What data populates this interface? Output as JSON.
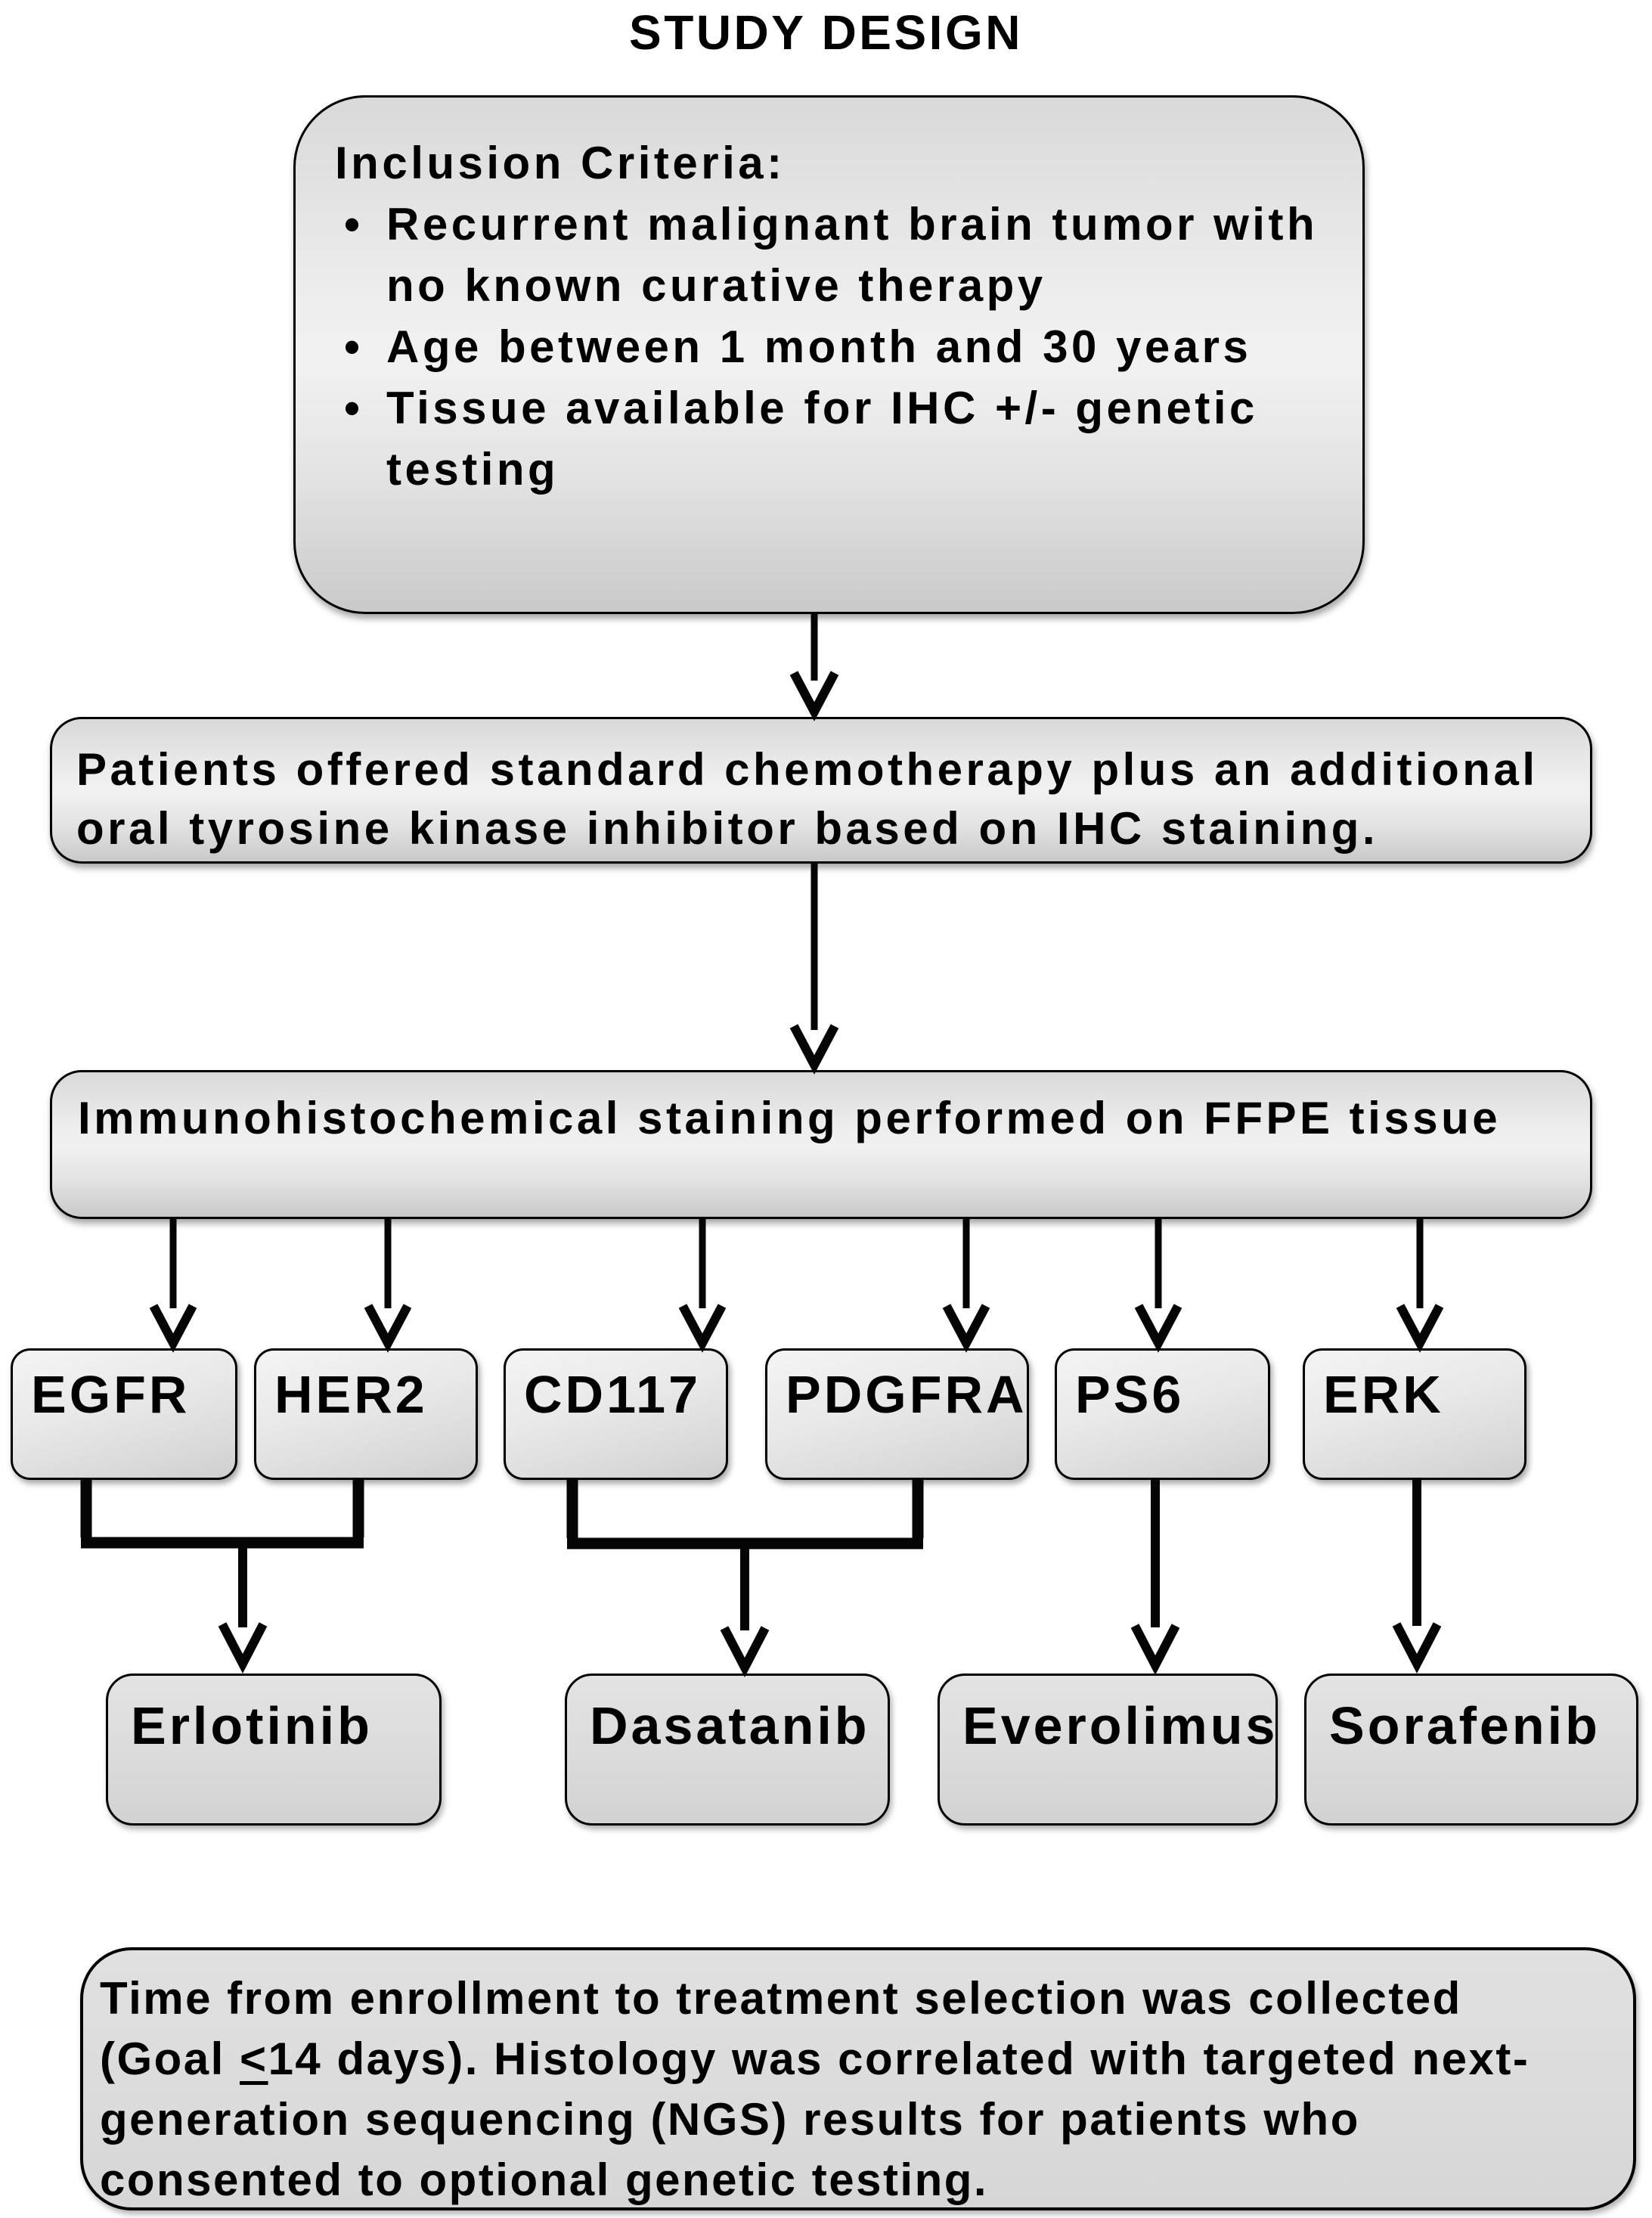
{
  "title": "STUDY DESIGN",
  "inclusion_box": {
    "heading": "Inclusion Criteria:",
    "bullet_glyph": "•",
    "bullets": [
      "Recurrent malignant brain tumor with no known curative therapy",
      "Age between 1 month and 30 years",
      "Tissue available for IHC +/- genetic testing"
    ]
  },
  "chemo_box": {
    "text": "Patients offered standard chemotherapy plus an additional oral tyrosine kinase inhibitor based on IHC staining."
  },
  "ihc_box": {
    "text": "Immunohistochemical staining performed on FFPE tissue"
  },
  "markers": [
    "EGFR",
    "HER2",
    "CD117",
    "PDGFRA",
    "PS6",
    "ERK"
  ],
  "drugs": [
    "Erlotinib",
    "Dasatanib",
    "Everolimus",
    "Sorafenib"
  ],
  "summary_box": {
    "line1": "Time from enrollment to treatment selection was collected",
    "line2_pre": "(Goal ",
    "line2_leq": "<",
    "line2_post": "14 days).  Histology was correlated with targeted next-",
    "line3": "generation sequencing (NGS) results for patients who",
    "line4": "consented to optional genetic testing."
  },
  "colors": {
    "background": "#ffffff",
    "box_border": "#000000",
    "box_fill_light": "#f1f1f1",
    "box_fill_dark": "#c9c9c9",
    "arrow": "#050505",
    "text": "#000000"
  }
}
